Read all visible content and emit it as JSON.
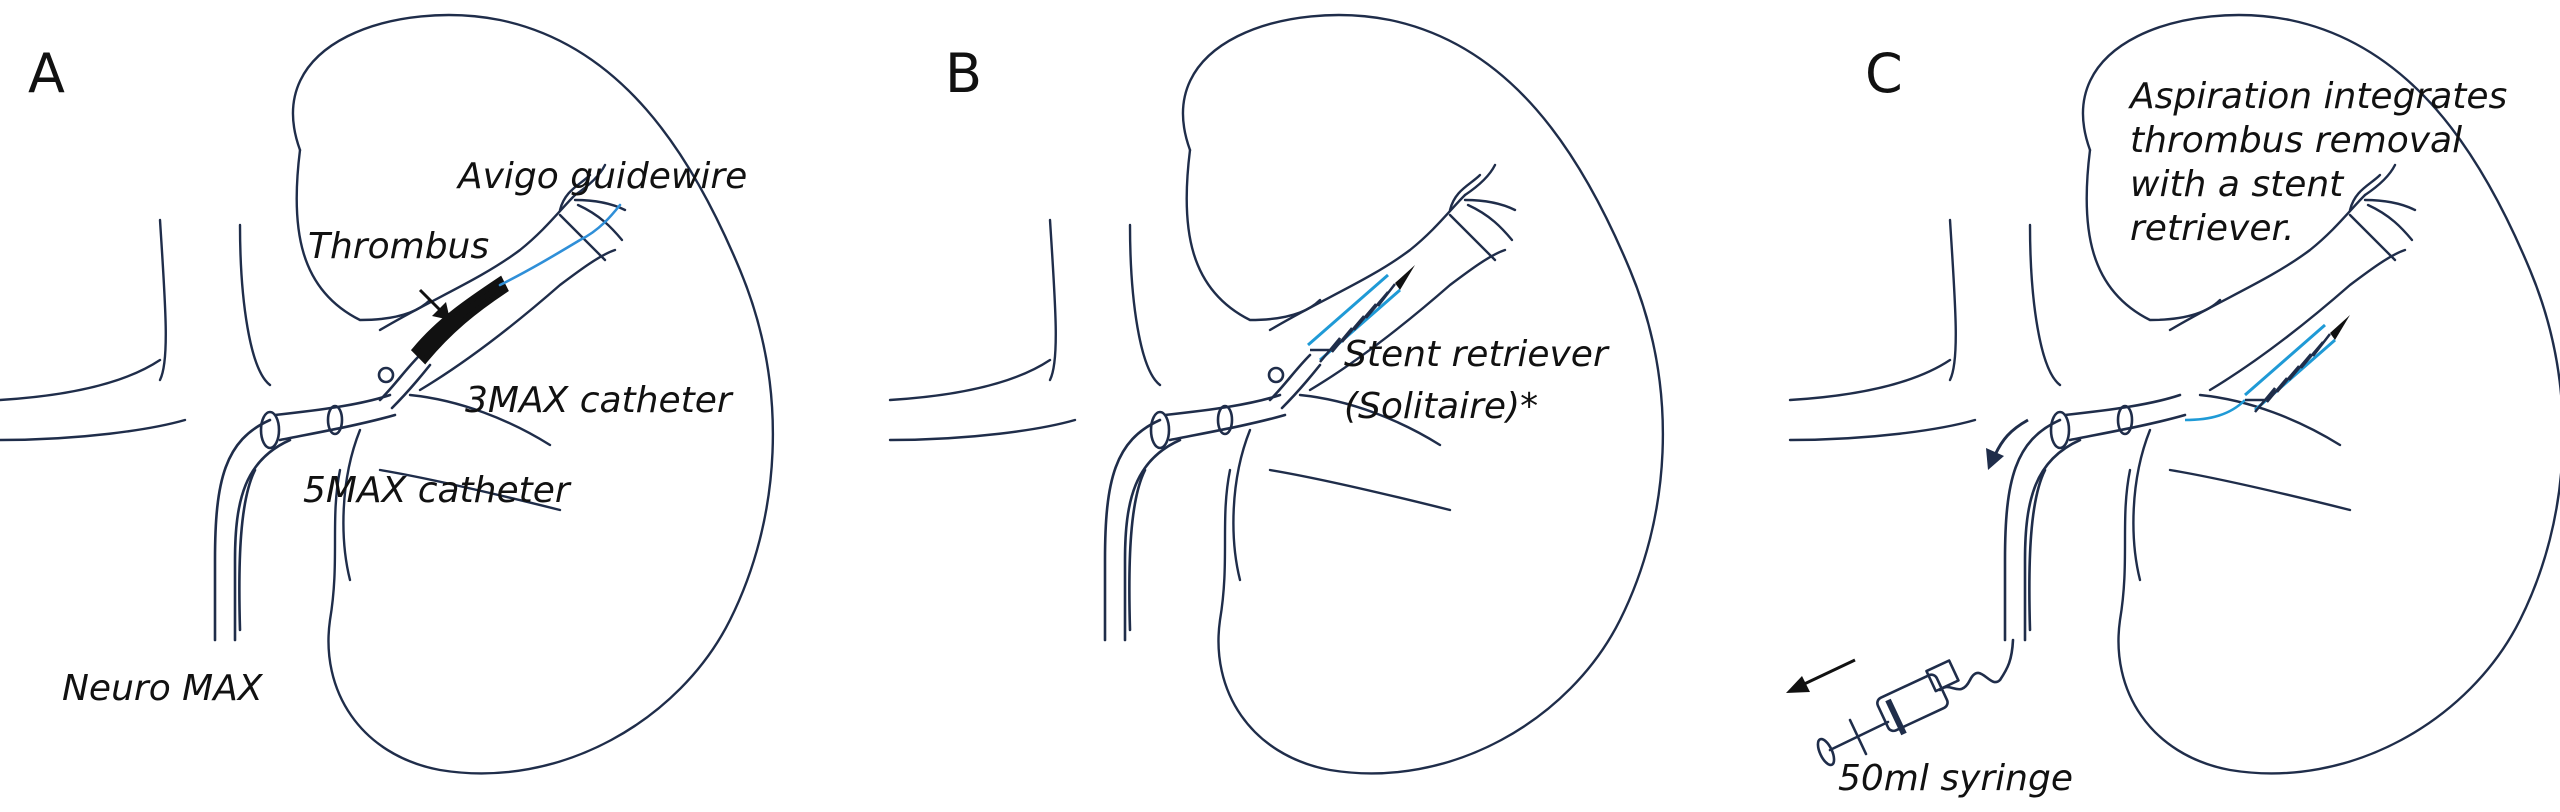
{
  "colors": {
    "outline": "#1f2d4a",
    "guidewire": "#2f8fd8",
    "stent": "#1f9ad6",
    "thrombus": "#111111"
  },
  "panels": [
    {
      "label": "A",
      "annotations": {
        "guidewire": "Avigo guidewire",
        "thrombus": "Thrombus",
        "catheter_3max": "3MAX catheter",
        "catheter_5max": "5MAX catheter",
        "neuro_max": "Neuro MAX"
      }
    },
    {
      "label": "B",
      "annotations": {
        "stent_line1": "Stent retriever",
        "stent_line2": "(Solitaire)*"
      }
    },
    {
      "label": "C",
      "annotations": {
        "caption_line1": "Aspiration integrates",
        "caption_line2": "thrombus removal",
        "caption_line3": "with a stent",
        "caption_line4": "retriever.",
        "syringe": "50ml syringe"
      }
    }
  ]
}
